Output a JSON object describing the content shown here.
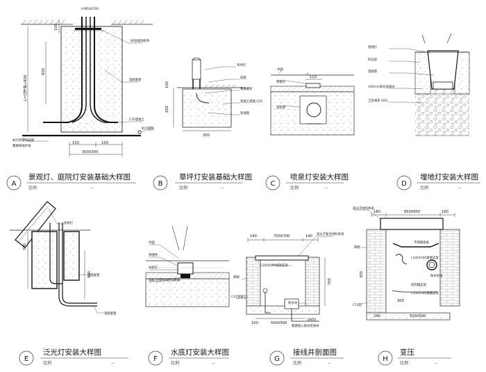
{
  "details": [
    {
      "letter": "A",
      "title": "景观灯、庭院灯安装基础大样图",
      "scale": "比例",
      "scale_value": "--",
      "notes": [
        "4-M16X700",
        "80高级锌扣件",
        "电缆套管",
        "C20混凝土",
        "Φ15钢筋",
        "Φ25热镀锌扁钢",
        "重要接地护线"
      ],
      "dims": [
        "100",
        "150",
        "150",
        "300X300",
        "600",
        "L=灯杆高+800"
      ]
    },
    {
      "letter": "B",
      "title": "草坪灯安装基础大样图",
      "scale": "比例",
      "scale_value": "--",
      "notes": [
        "草坪灯",
        "底座",
        "重叠螺栓",
        "混凝土基础 C20",
        "穿线管"
      ],
      "dims": [
        "100",
        "250",
        "350"
      ]
    },
    {
      "letter": "C",
      "title": "喷泉灯安装大样图",
      "scale": "比例",
      "scale_value": "--",
      "notes": [
        "水面",
        "喷泉灯",
        "溢水管"
      ],
      "dims": [
        "110"
      ]
    },
    {
      "letter": "D",
      "title": "埋地灯安装大样图",
      "scale": "比例",
      "scale_value": "--",
      "notes": [
        "埋地灯",
        "碎石层",
        "电缆管",
        "300mm碎石层排水",
        "卫生填充 SOIL"
      ],
      "dims": []
    },
    {
      "letter": "E",
      "title": "泛光灯安装大样图",
      "scale": "比例",
      "scale_value": "--",
      "notes": [
        "投射灯",
        "电缆套管",
        "电缆套管"
      ],
      "dims": [
        "300",
        "900"
      ]
    },
    {
      "letter": "F",
      "title": "水底灯安装大样图",
      "scale": "比例",
      "scale_value": "--",
      "notes": [
        "水面",
        "预埋件",
        "水底灯",
        "电缆  连接到电压电路箱"
      ],
      "dims": []
    },
    {
      "letter": "G",
      "title": "接线井剖面图",
      "scale": "比例",
      "scale_value": "--",
      "notes": [
        "高分子复合材料井盖",
        "L100X100角钢支架",
        "砖砌",
        "C15混凝土",
        "积水坑",
        "DN50",
        "管路接入雨水检查井"
      ],
      "dims": [
        "140",
        "700X700",
        "140",
        "700",
        "500X500",
        "100"
      ]
    },
    {
      "letter": "H",
      "title": "变压",
      "scale": "比例",
      "scale_value": "--",
      "notes": [
        "高分子材料井盖",
        "不锈钢盖板",
        "L100X100角钢支架",
        "控制箱支架",
        "L100X100角钢支架",
        "防水检修",
        "砖砌",
        "C15垫"
      ],
      "dims": [
        "180",
        "650X650",
        "180",
        "300",
        "240",
        "300",
        "500X500"
      ]
    }
  ]
}
